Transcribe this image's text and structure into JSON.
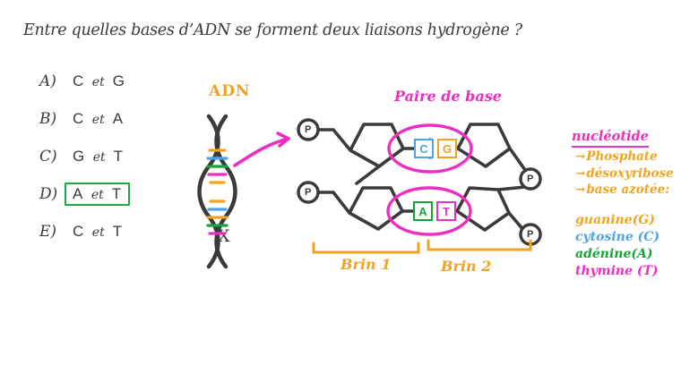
{
  "question": {
    "text": "Entre quelles bases d’ADN se forment deux liaisons hydrogène ?"
  },
  "options": [
    {
      "letter": "A)",
      "base1": "C",
      "conj": "et",
      "base2": "G",
      "highlighted": false
    },
    {
      "letter": "B)",
      "base1": "C",
      "conj": "et",
      "base2": "A",
      "highlighted": false
    },
    {
      "letter": "C)",
      "base1": "G",
      "conj": "et",
      "base2": "T",
      "highlighted": false
    },
    {
      "letter": "D)",
      "base1": "A",
      "conj": "et",
      "base2": "T",
      "highlighted": true
    },
    {
      "letter": "E)",
      "base1": "C",
      "conj": "et",
      "base2": "T",
      "highlighted": false
    }
  ],
  "marks": {
    "x_mark": "X"
  },
  "diagram": {
    "adn_title": "ADN",
    "pair_title": "Paire de base",
    "strand1_label": "Brin 1",
    "strand2_label": "Brin 2",
    "phosphate_letter": "P",
    "pairs": [
      {
        "left_base": "C",
        "right_base": "G",
        "hydrogen_bonds": 3
      },
      {
        "left_base": "A",
        "right_base": "T",
        "hydrogen_bonds": 2
      }
    ]
  },
  "legend": {
    "title": "nucléotide",
    "items": [
      {
        "arrow": "→",
        "label": "Phosphate"
      },
      {
        "arrow": "→",
        "label": "désoxyribose"
      },
      {
        "arrow": "→",
        "label": "base azotée:"
      }
    ],
    "bases": [
      {
        "name": "guanine",
        "code": "(G)",
        "color": "#f0a31e"
      },
      {
        "name": "cytosine",
        "code": "(C)",
        "color": "#4da3e8"
      },
      {
        "name": "adénine",
        "code": "(A)",
        "color": "#13a538"
      },
      {
        "name": "thymine",
        "code": "(T)",
        "color": "#ec2fc0"
      }
    ]
  },
  "colors": {
    "orange": "#f0a31e",
    "blue": "#4da3e8",
    "green": "#13a538",
    "magenta": "#ec2fc0",
    "ink": "#3a3a3a",
    "highlight_green": "#1faa3d"
  }
}
